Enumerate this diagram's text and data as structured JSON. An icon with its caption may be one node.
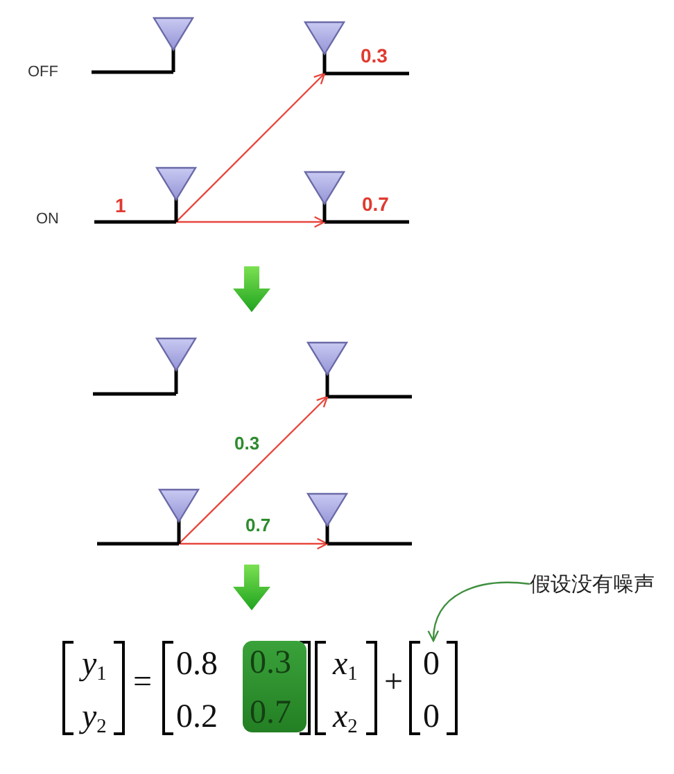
{
  "diagram": {
    "nodes": [
      {
        "text": [],
        "shape": "antenna"
      },
      {
        "text": [],
        "shape": "antenna",
        "beside": [
          "0.3"
        ]
      },
      {
        "text": [],
        "shape": "antenna",
        "beside": [
          "1"
        ]
      },
      {
        "text": [],
        "shape": "antenna",
        "beside": [
          "0.7"
        ]
      },
      {
        "text": [],
        "shape": "antenna"
      },
      {
        "text": [],
        "shape": "antenna"
      },
      {
        "text": [],
        "shape": "antenna"
      },
      {
        "text": [],
        "shape": "antenna"
      },
      {
        "text": [
          "假设没有噪声"
        ]
      },
      {
        "text": [
          "*y*$_{1}$",
          "*y*$_{2}$"
        ]
      },
      {
        "text": [
          "0.8",
          "0.2"
        ]
      },
      {
        "text": [
          "0.3",
          "0.7"
        ],
        "in": 10
      },
      {
        "text": [
          "*x*$_{1}$",
          "*x*$_{2}$"
        ]
      },
      {
        "text": [
          "0",
          "0"
        ]
      }
    ],
    "edges": [
      {
        "from": 2,
        "to": 1,
        "arrow": "to"
      },
      {
        "from": 2,
        "to": 3,
        "arrow": "to"
      },
      {
        "from": 6,
        "to": 5,
        "arrow": "to",
        "label": "0.3"
      },
      {
        "from": 6,
        "to": 7,
        "arrow": "to",
        "label": "0.7"
      },
      {
        "from": 8,
        "to": 13,
        "arrow": "to",
        "color": "#3f8f3f"
      }
    ],
    "labels": [
      "OFF",
      "ON",
      "=",
      "+"
    ]
  }
}
